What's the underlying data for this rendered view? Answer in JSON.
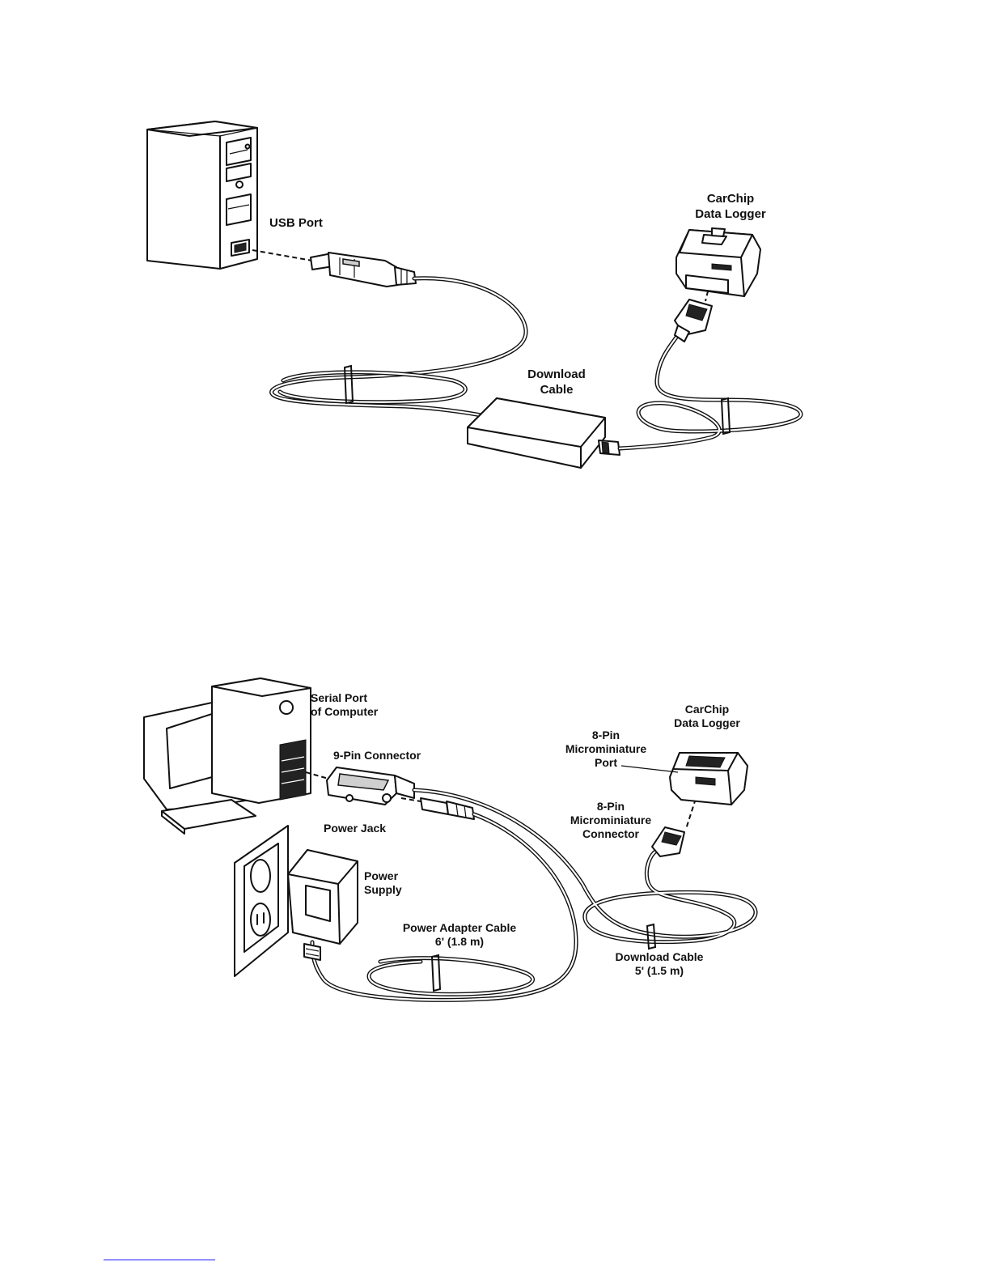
{
  "usb_figure": {
    "labels": {
      "usb_port": "USB Port",
      "carchip_line1": "CarChip",
      "carchip_line2": "Data Logger",
      "download_line1": "Download",
      "download_line2": "Cable"
    }
  },
  "serial_figure": {
    "labels": {
      "serial_port_line1": "Serial Port",
      "serial_port_line2": "of Computer",
      "nine_pin": "9-Pin Connector",
      "power_jack": "Power Jack",
      "power_supply_line1": "Power",
      "power_supply_line2": "Supply",
      "power_cable_line1": "Power Adapter Cable",
      "power_cable_line2": "6' (1.8 m)",
      "carchip_line1": "CarChip",
      "carchip_line2": "Data Logger",
      "port_line1": "8-Pin",
      "port_line2": "Microminiature",
      "port_line3": "Port",
      "connector_line1": "8-Pin",
      "connector_line2": "Microminiature",
      "connector_line3": "Connector",
      "download_cable_line1": "Download Cable",
      "download_cable_line2": "5' (1.5 m)"
    }
  }
}
